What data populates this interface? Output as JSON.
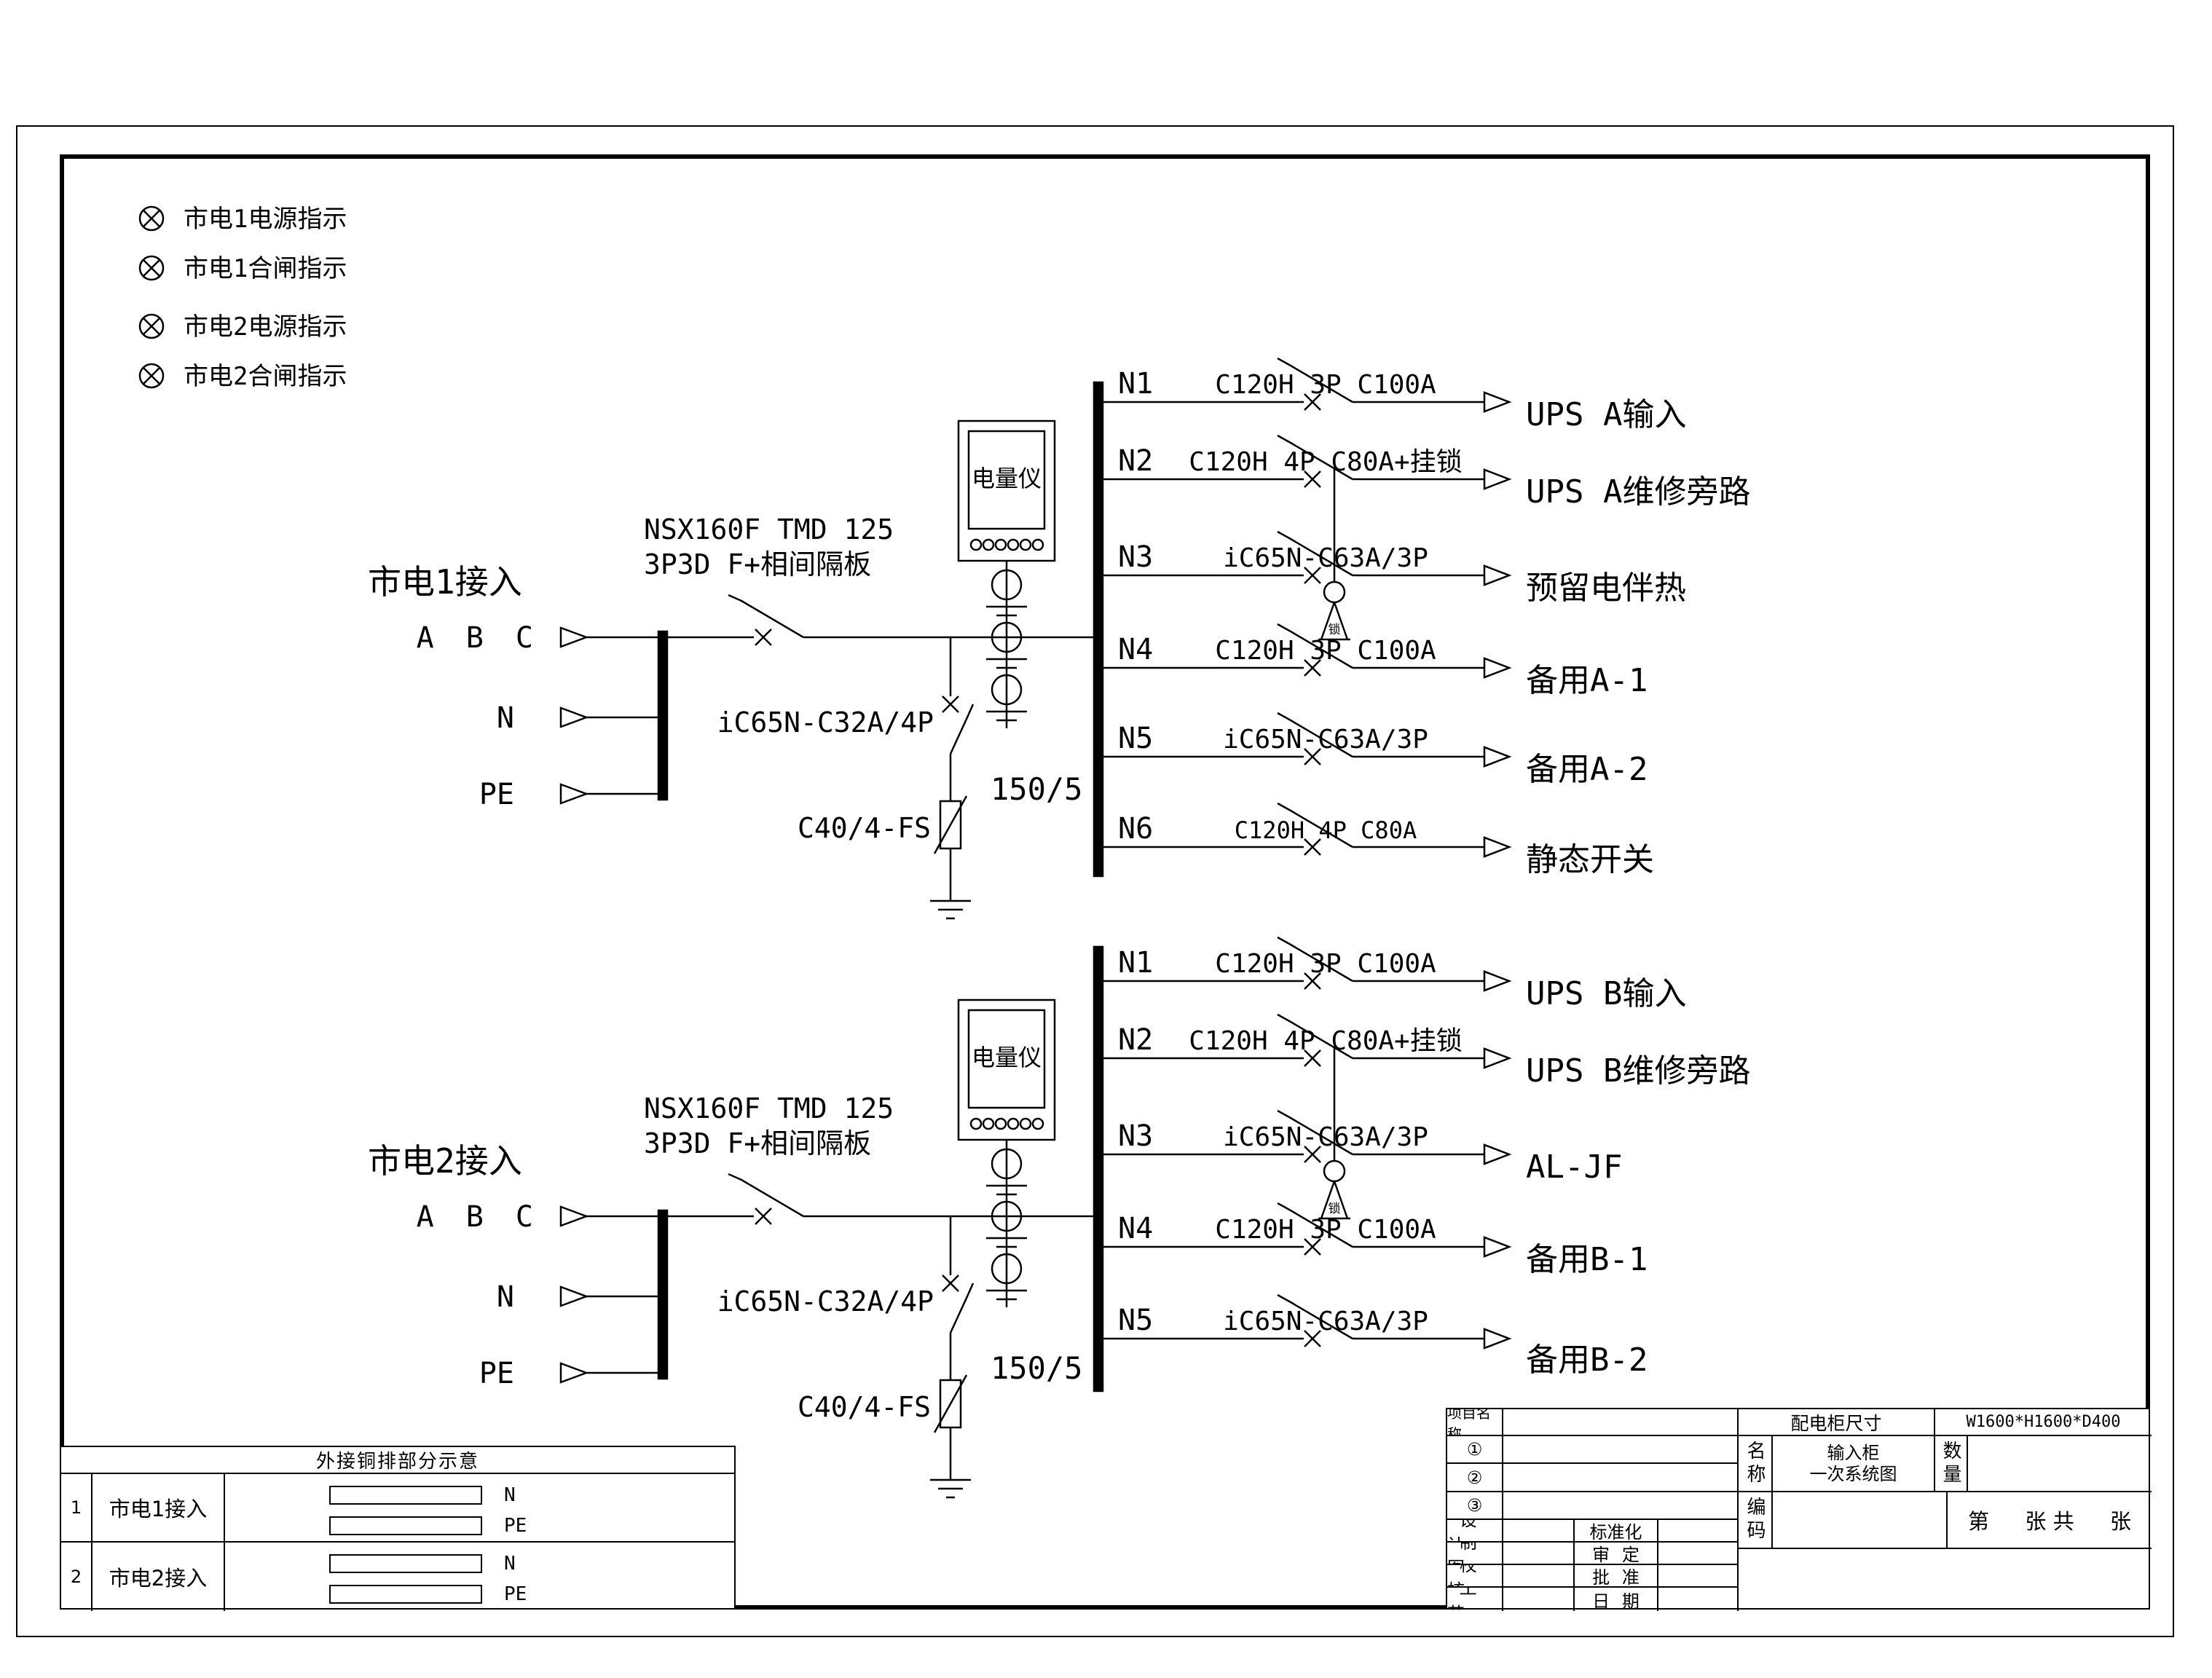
{
  "indicators": {
    "items": [
      {
        "label": "市电1电源指示"
      },
      {
        "label": "市电1合闸指示"
      },
      {
        "label": "市电2电源指示"
      },
      {
        "label": "市电2合闸指示"
      }
    ]
  },
  "circuit_a": {
    "title": "市电1接入",
    "phase_abc": "A B C",
    "phase_n": "N",
    "phase_pe": "PE",
    "breaker_line1": "NSX160F TMD 125",
    "breaker_line2": "3P3D F+相间隔板",
    "spd_breaker": "iC65N-C32A/4P",
    "spd": "C40/4-FS",
    "meter": "电量仪",
    "ct": "150/5",
    "feeders": [
      {
        "no": "N1",
        "breaker": "C120H 3P C100A",
        "load": "UPS A输入"
      },
      {
        "no": "N2",
        "breaker": "C120H 4P C80A+挂锁",
        "load": "UPS A维修旁路",
        "lock": "锁"
      },
      {
        "no": "N3",
        "breaker": "iC65N-C63A/3P",
        "load": "预留电伴热"
      },
      {
        "no": "N4",
        "breaker": "C120H 3P C100A",
        "load": "备用A-1"
      },
      {
        "no": "N5",
        "breaker": "iC65N-C63A/3P",
        "load": "备用A-2"
      },
      {
        "no": "N6",
        "breaker": "C120H 4P C80A",
        "load": "静态开关"
      }
    ]
  },
  "circuit_b": {
    "title": "市电2接入",
    "phase_abc": "A B C",
    "phase_n": "N",
    "phase_pe": "PE",
    "breaker_line1": "NSX160F TMD 125",
    "breaker_line2": "3P3D F+相间隔板",
    "spd_breaker": "iC65N-C32A/4P",
    "spd": "C40/4-FS",
    "meter": "电量仪",
    "ct": "150/5",
    "feeders": [
      {
        "no": "N1",
        "breaker": "C120H 3P C100A",
        "load": "UPS B输入"
      },
      {
        "no": "N2",
        "breaker": "C120H 4P C80A+挂锁",
        "load": "UPS B维修旁路",
        "lock": "锁"
      },
      {
        "no": "N3",
        "breaker": "iC65N-C63A/3P",
        "load": "AL-JF"
      },
      {
        "no": "N4",
        "breaker": "C120H 3P C100A",
        "load": "备用B-1"
      },
      {
        "no": "N5",
        "breaker": "iC65N-C63A/3P",
        "load": "备用B-2"
      }
    ]
  },
  "busbar_table": {
    "title": "外接铜排部分示意",
    "rows": [
      {
        "no": "1",
        "name": "市电1接入",
        "bar1": "N",
        "bar2": "PE"
      },
      {
        "no": "2",
        "name": "市电2接入",
        "bar1": "N",
        "bar2": "PE"
      }
    ]
  },
  "title_block": {
    "project_label": "项目名称",
    "size_label": "配电柜尺寸",
    "size_value": "W1600*H1600*D400",
    "r1": "①",
    "r2": "②",
    "r3": "③",
    "design": "设计",
    "draw": "制图",
    "check": "校核",
    "craft": "工艺",
    "standard": "标准化",
    "approve": "审定",
    "ratify": "批准",
    "date": "日期",
    "name_label": "名称",
    "name_line1": "输入柜",
    "name_line2": "一次系统图",
    "qty_label": "数量",
    "code_label": "编码",
    "sheet_pre": "第",
    "sheet_mid": "张 共",
    "sheet_suf": "张"
  }
}
